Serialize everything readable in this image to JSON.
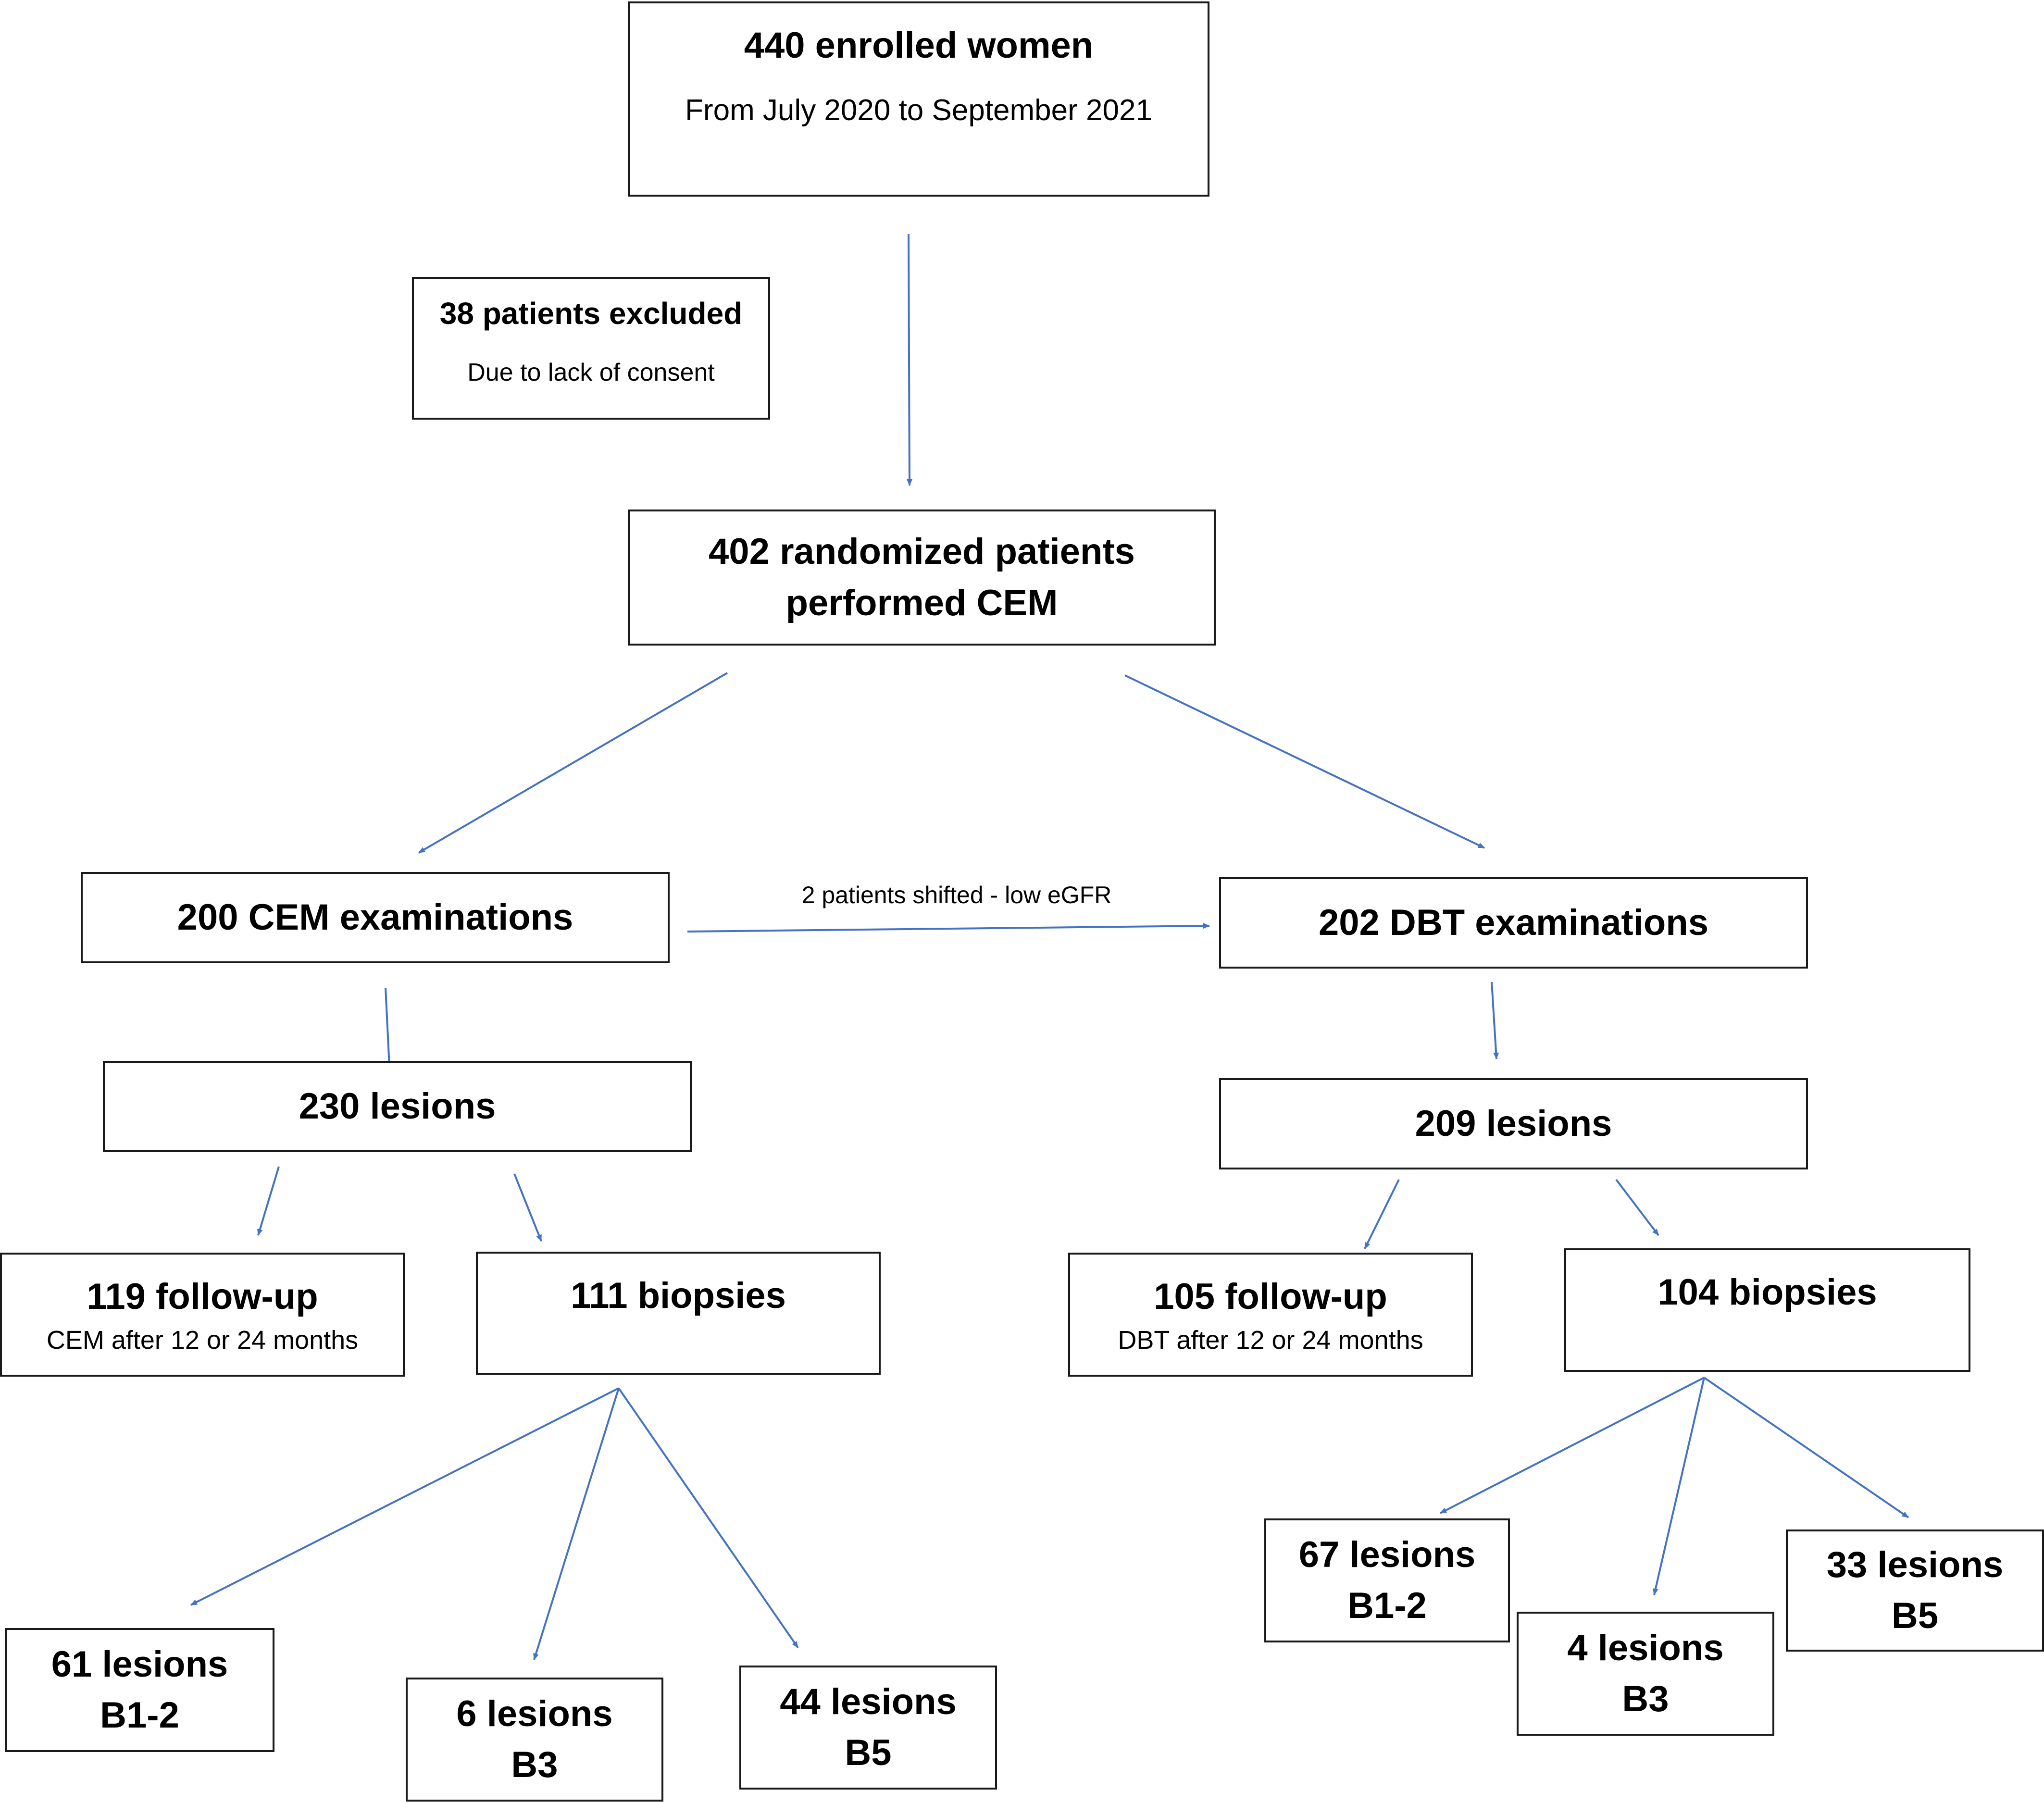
{
  "colors": {
    "arrow": "#4472c4",
    "border": "#1a1a1a"
  },
  "enrolled": {
    "title": "440 enrolled women",
    "subtitle": "From July 2020 to September 2021"
  },
  "excluded": {
    "title": "38 patients excluded",
    "subtitle": "Due to lack of consent"
  },
  "randomized": {
    "line1": "402 randomized patients",
    "line2": "performed CEM"
  },
  "cem": {
    "title": "200 CEM examinations"
  },
  "dbt": {
    "title": "202 DBT examinations"
  },
  "shift_label": "2 patients shifted - low eGFR",
  "cem_lesions": {
    "title": "230 lesions"
  },
  "dbt_lesions": {
    "title": "209 lesions"
  },
  "cem_followup": {
    "title": "119 follow-up",
    "subtitle": "CEM after 12 or 24 months"
  },
  "cem_biopsies": {
    "title": "111 biopsies"
  },
  "dbt_followup": {
    "title": "105 follow-up",
    "subtitle": "DBT after 12 or 24 months"
  },
  "dbt_biopsies": {
    "title": "104 biopsies"
  },
  "cem_b12": {
    "line1": "61 lesions",
    "line2": "B1-2"
  },
  "cem_b3": {
    "line1": "6 lesions",
    "line2": "B3"
  },
  "cem_b5": {
    "line1": "44 lesions",
    "line2": "B5"
  },
  "dbt_b12": {
    "line1": "67 lesions",
    "line2": "B1-2"
  },
  "dbt_b3": {
    "line1": "4 lesions",
    "line2": "B3"
  },
  "dbt_b5": {
    "line1": "33 lesions",
    "line2": "B5"
  }
}
